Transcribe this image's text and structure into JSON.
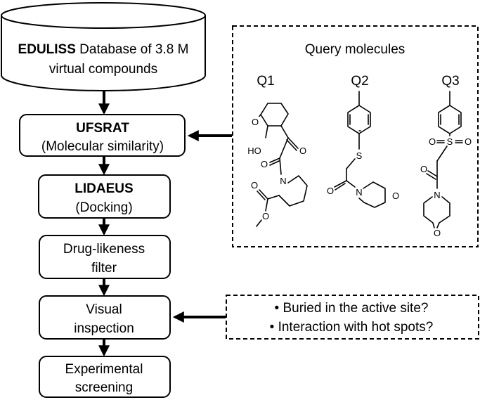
{
  "database": {
    "bold": "EDULISS",
    "line1_rest": " Database of 3.8 M",
    "line2": "virtual compounds"
  },
  "steps": [
    {
      "title": "UFSRAT",
      "subtitle": "(Molecular similarity)"
    },
    {
      "title": "LIDAEUS",
      "subtitle": "(Docking)"
    },
    {
      "line1": "Drug-likeness",
      "line2": "filter"
    },
    {
      "line1": "Visual",
      "line2": "inspection"
    },
    {
      "line1": "Experimental",
      "line2": "screening"
    }
  ],
  "query_panel": {
    "title": "Query molecules",
    "labels": [
      "Q1",
      "Q2",
      "Q3"
    ],
    "atoms": {
      "O": "O",
      "N": "N",
      "S": "S",
      "HO": "HO"
    }
  },
  "criteria": [
    "• Buried in the active site?",
    "• Interaction with hot spots?"
  ]
}
